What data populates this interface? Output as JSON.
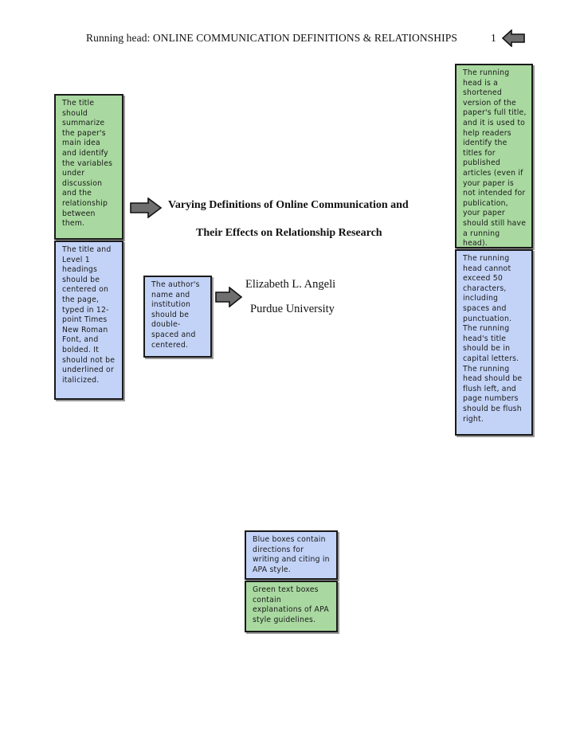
{
  "header": {
    "running_head": "Running head: ONLINE COMMUNICATION DEFINITIONS & RELATIONSHIPS",
    "page_number": "1"
  },
  "title": {
    "line1": "Varying Definitions of Online Communication and",
    "line2": "Their Effects on Relationship Research"
  },
  "byline": {
    "author": "Elizabeth L. Angeli",
    "institution": "Purdue University"
  },
  "notes": {
    "title_summary": "The title should summarize the paper's main idea and identify the variables under discussion and the relationship between them.",
    "title_format": "The title and Level 1 headings should be centered on the page, typed in 12-point Times New Roman Font, and bolded. It should not be underlined or italicized.",
    "author_format": "The author's name and institution should be double-spaced and centered.",
    "running_head_def": "The running head is a shortened version of the paper's full title, and it is used to help readers identify the titles for published articles (even if your paper is not intended for publication, your paper should still have a running head).",
    "running_head_rules": "The running head cannot exceed 50 characters, including spaces and punctuation. The running head's title should be in capital letters. The running head should be flush left, and page numbers should be flush right.",
    "legend_blue": "Blue boxes contain directions for writing and citing in APA style.",
    "legend_green": "Green text boxes contain explanations of APA style guidelines."
  },
  "colors": {
    "green_box": "#a9d9a0",
    "blue_box": "#c3d3f7",
    "arrow_fill": "#6f6f6f"
  }
}
